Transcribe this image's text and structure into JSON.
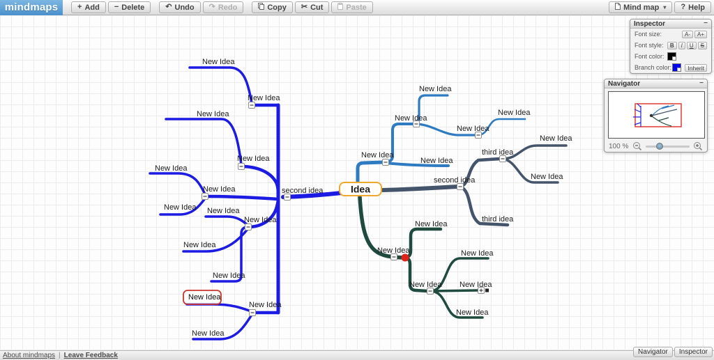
{
  "toolbar": {
    "logo": "mindmaps",
    "add": "Add",
    "delete": "Delete",
    "undo": "Undo",
    "redo": "Redo",
    "copy": "Copy",
    "cut": "Cut",
    "paste": "Paste",
    "mindmap_menu": "Mind map",
    "help": "Help"
  },
  "icons": {
    "add": "+",
    "delete": "−",
    "undo": "↶",
    "redo": "↷",
    "cut": "✂",
    "help": "?",
    "caret_down": "▾",
    "minimize": "−"
  },
  "inspector": {
    "title": "Inspector",
    "font_size_label": "Font size:",
    "font_size_dec": "A-",
    "font_size_inc": "A+",
    "font_style_label": "Font style:",
    "bold": "B",
    "italic": "I",
    "underline": "U",
    "strike": "S",
    "font_color_label": "Font color:",
    "font_color_value": "#000000",
    "branch_color_label": "Branch color:",
    "branch_color_value": "#0000ee",
    "inherit": "Inherit"
  },
  "navigator": {
    "title": "Navigator",
    "zoom_level": "100 %"
  },
  "statusbar": {
    "about": "About mindmaps",
    "separator": "|",
    "feedback": "Leave Feedback",
    "navigator_btn": "Navigator",
    "inspector_btn": "Inspector"
  },
  "mindmap": {
    "colors": {
      "left_branch": "#1b1be4",
      "top_right_branch": "#2e7bc2",
      "right_branch": "#44546a",
      "bottom_branch": "#1f4b3f",
      "selection_border": "#c9342b",
      "create_handle": "#e02318",
      "root_border": "#efa72e"
    },
    "root": {
      "label": "Idea",
      "children": [
        {
          "label": "second idea",
          "children": [
            {
              "label": "New Idea",
              "children": [
                {
                  "label": "New Idea"
                }
              ]
            },
            {
              "label": "New Idea",
              "children": [
                {
                  "label": "New Idea"
                }
              ]
            },
            {
              "label": "New Idea",
              "children": [
                {
                  "label": "New Idea"
                },
                {
                  "label": "New Idea"
                }
              ]
            },
            {
              "label": "New Idea",
              "children": [
                {
                  "label": "New Idea"
                },
                {
                  "label": "New Idea"
                },
                {
                  "label": "New Idea"
                }
              ]
            },
            {
              "label": "New Idea",
              "children": [
                {
                  "label": "New Idea",
                  "selected": true
                },
                {
                  "label": "New Idea"
                }
              ]
            }
          ]
        },
        {
          "label": "New Idea",
          "children": [
            {
              "label": "New Idea",
              "children": [
                {
                  "label": "New Idea"
                },
                {
                  "label": "New Idea",
                  "children": [
                    {
                      "label": "New Idea"
                    }
                  ]
                }
              ]
            },
            {
              "label": "New Idea"
            }
          ]
        },
        {
          "label": "second idea",
          "children": [
            {
              "label": "third idea",
              "children": [
                {
                  "label": "New Idea"
                },
                {
                  "label": "New Idea"
                }
              ]
            },
            {
              "label": "third idea"
            }
          ]
        },
        {
          "label": "New Idea",
          "children": [
            {
              "label": "New Idea"
            },
            {
              "label": "New Idea",
              "children": [
                {
                  "label": "New Idea"
                },
                {
                  "label": "New Idea",
                  "collapsed": true
                },
                {
                  "label": "New Idea"
                }
              ]
            }
          ]
        }
      ]
    }
  }
}
